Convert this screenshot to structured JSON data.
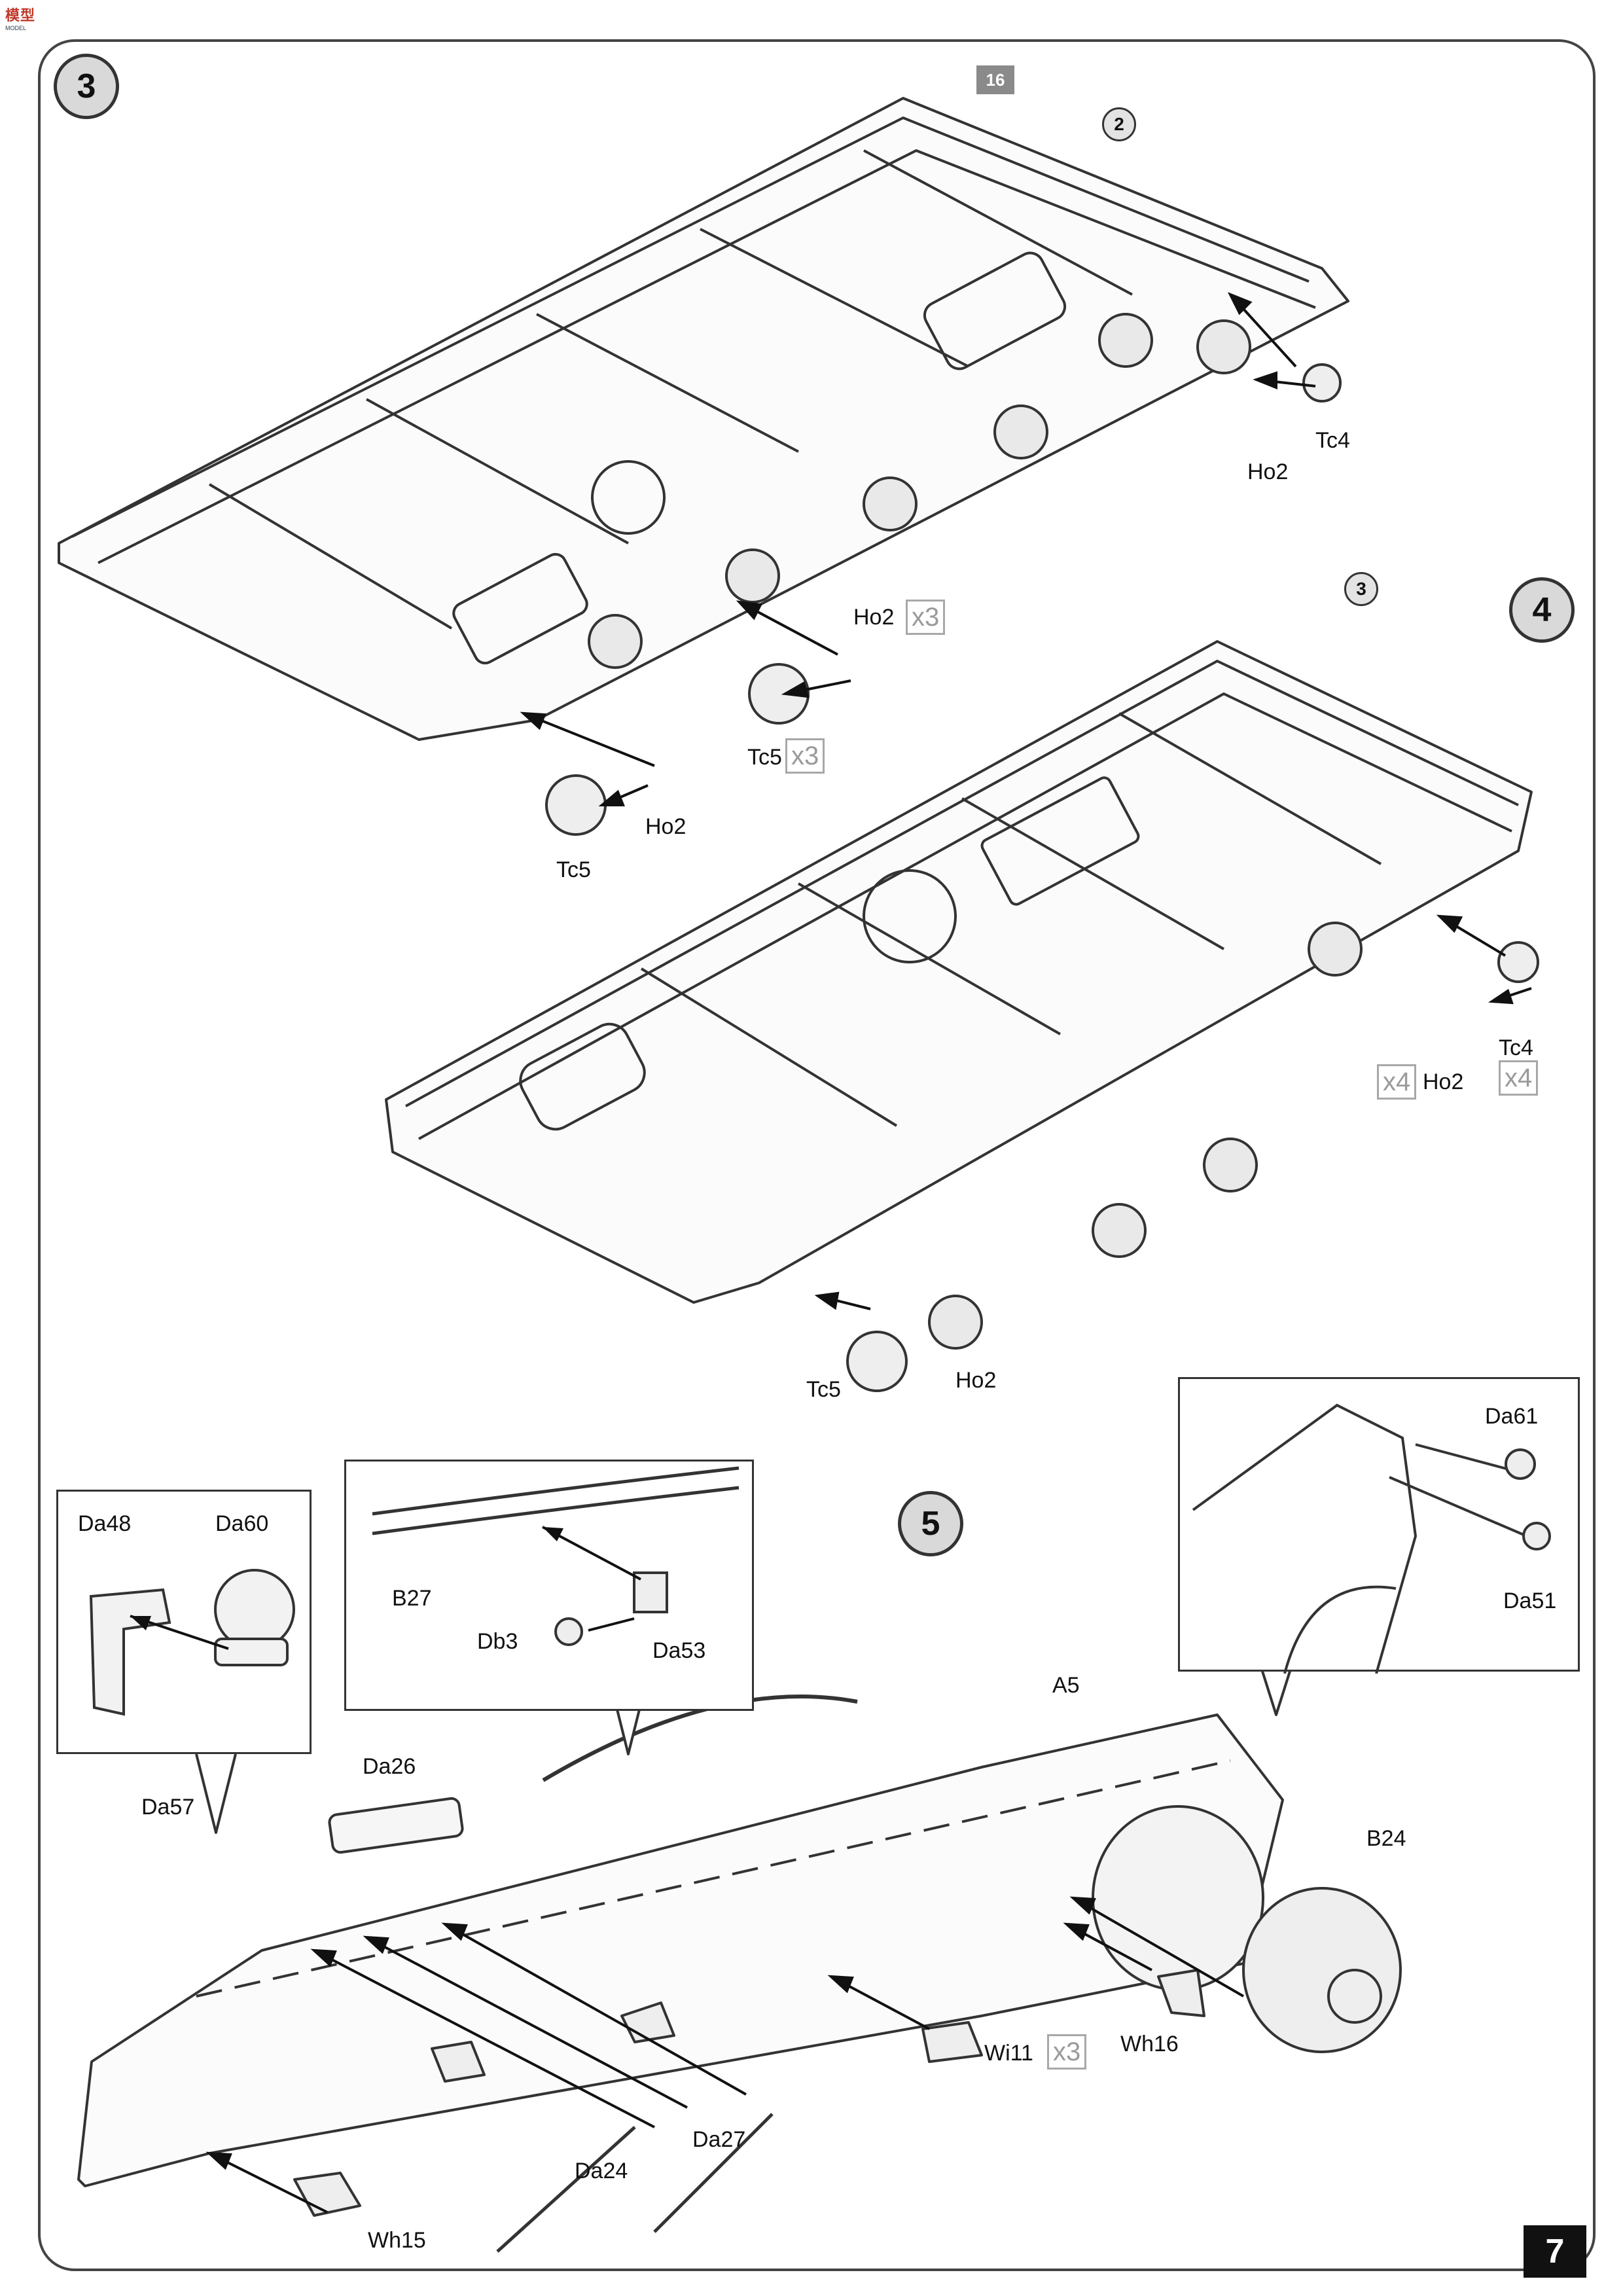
{
  "page": {
    "number": "7"
  },
  "steps": {
    "s3": "3",
    "s4": "4",
    "s5": "5"
  },
  "refs": {
    "r16": "16",
    "r2": "2",
    "r3": "3"
  },
  "step3_labels": {
    "ho2_top": "Ho2",
    "tc4_top": "Tc4",
    "ho2_mid": "Ho2",
    "qty_ho2_mid": "x3",
    "tc5_mid": "Tc5",
    "qty_tc5_mid": "x3",
    "ho2_low": "Ho2",
    "tc5_low": "Tc5"
  },
  "step4_labels": {
    "tc4": "Tc4",
    "ho2": "Ho2",
    "qty_ho2": "x4",
    "qty_tc4": "x4",
    "tc5": "Tc5",
    "ho2_bottom": "Ho2"
  },
  "step5_labels": {
    "da48": "Da48",
    "da60": "Da60",
    "da57": "Da57",
    "b27": "B27",
    "db3": "Db3",
    "da53": "Da53",
    "da26": "Da26",
    "a5": "A5",
    "da61": "Da61",
    "da51": "Da51",
    "b24": "B24",
    "wi11": "Wi11",
    "qty_wi11": "x3",
    "wh16": "Wh16",
    "da27": "Da27",
    "da24": "Da24",
    "wh15": "Wh15"
  },
  "logo": {
    "text": "模型",
    "sub": "MODEL"
  }
}
